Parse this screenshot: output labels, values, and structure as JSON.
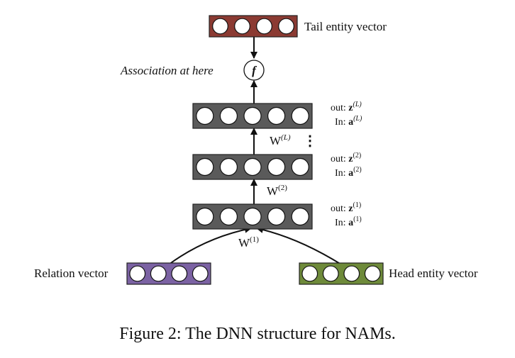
{
  "tail": {
    "label": "Tail entity vector",
    "color": "#8b3a32",
    "units": 4
  },
  "assoc": {
    "label": "Association at here",
    "func": "f"
  },
  "layers": [
    {
      "out_prefix": "out: ",
      "out_var": "z",
      "out_sup": "(L)",
      "in_prefix": "In: ",
      "in_var": "a",
      "in_sup": "(L)",
      "units": 5
    },
    {
      "out_prefix": "out: ",
      "out_var": "z",
      "out_sup": "(2)",
      "in_prefix": "In: ",
      "in_var": "a",
      "in_sup": "(2)",
      "units": 5
    },
    {
      "out_prefix": "out: ",
      "out_var": "z",
      "out_sup": "(1)",
      "in_prefix": "In: ",
      "in_var": "a",
      "in_sup": "(1)",
      "units": 5
    }
  ],
  "layer_color": "#5a5a5a",
  "weights": [
    {
      "base": "W",
      "sup": "(L)"
    },
    {
      "base": "W",
      "sup": "(2)"
    },
    {
      "base": "W",
      "sup": "(1)"
    }
  ],
  "ellipsis": "⋮",
  "relation": {
    "label": "Relation vector",
    "color": "#7b62a3",
    "units": 4
  },
  "head": {
    "label": "Head entity vector",
    "color": "#6e8a3a",
    "units": 4
  },
  "caption": "Figure 2: The DNN structure for NAMs."
}
